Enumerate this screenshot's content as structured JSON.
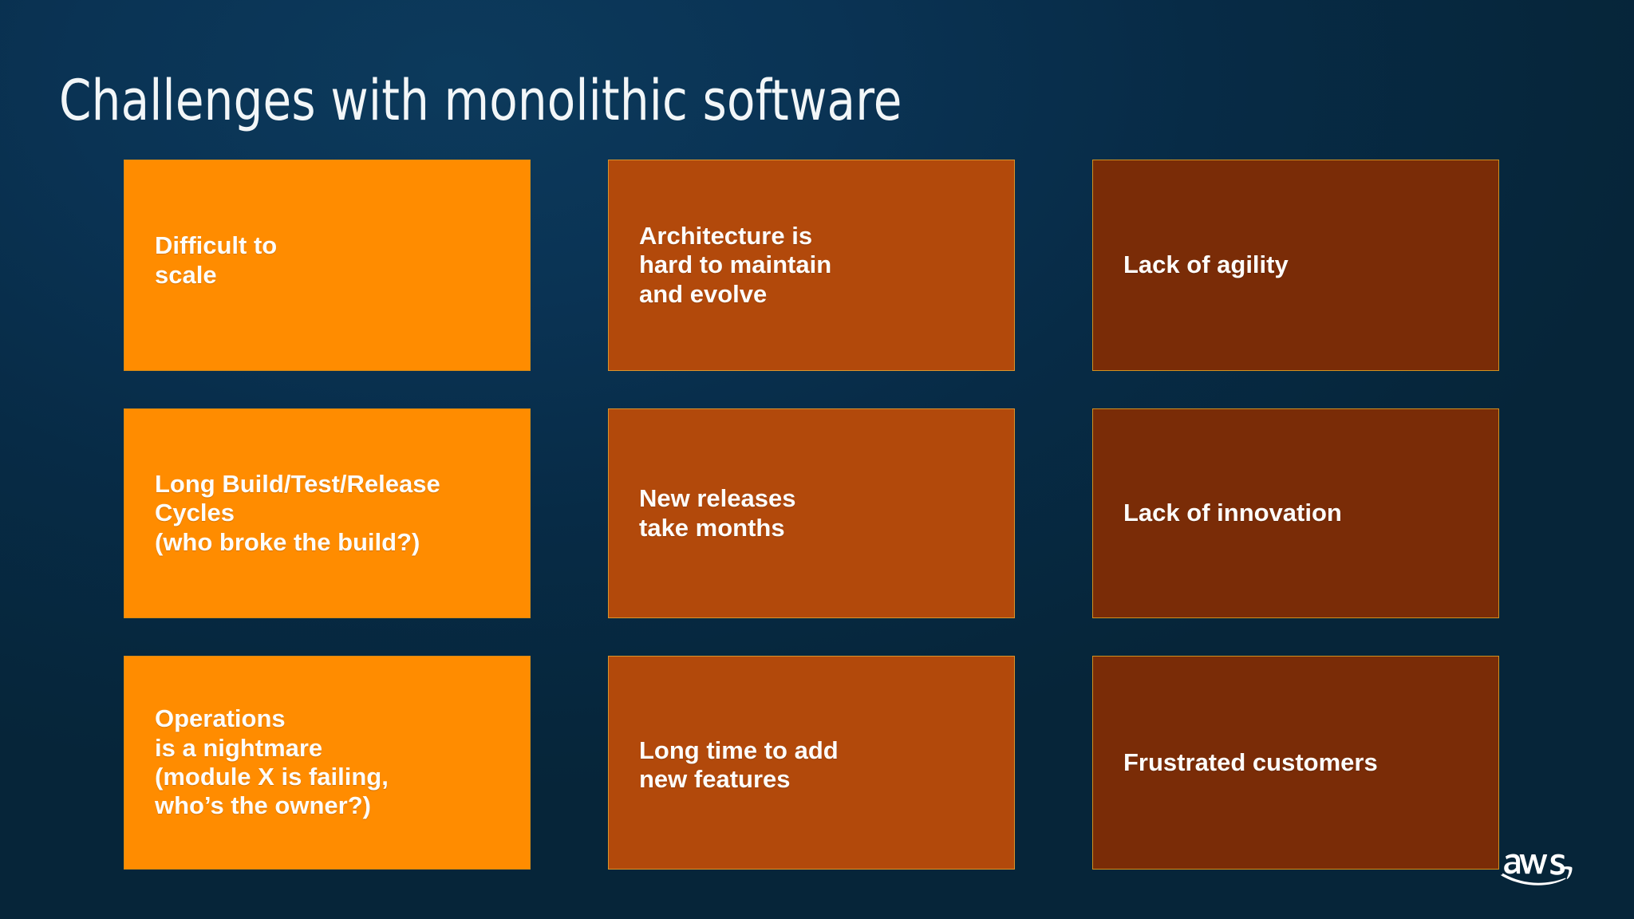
{
  "slide": {
    "title": "Challenges with monolithic software",
    "background_color": "#062a46",
    "title_color": "#f2f6f8"
  },
  "palette": {
    "bright_orange": "#ff8c00",
    "mid_orange": "#b2490b",
    "dark_brown": "#7a2c07",
    "card_border": "#c98a22",
    "card_text": "#fdfcfa"
  },
  "cards": [
    {
      "id": "difficult-to-scale",
      "tone": "bright",
      "row": 1,
      "column": 1,
      "text": "Difficult to\nscale"
    },
    {
      "id": "architecture-maintain",
      "tone": "mid",
      "row": 1,
      "column": 2,
      "text": "Architecture is\nhard to maintain\nand evolve"
    },
    {
      "id": "lack-of-agility",
      "tone": "dark",
      "row": 1,
      "column": 3,
      "text": "Lack of agility"
    },
    {
      "id": "long-build-test-release",
      "tone": "bright",
      "row": 2,
      "column": 1,
      "text": "Long Build/Test/Release\nCycles\n(who broke the build?)"
    },
    {
      "id": "new-releases-take-months",
      "tone": "mid",
      "row": 2,
      "column": 2,
      "text": "New releases\ntake months"
    },
    {
      "id": "lack-of-innovation",
      "tone": "dark",
      "row": 2,
      "column": 3,
      "text": "Lack of innovation"
    },
    {
      "id": "operations-nightmare",
      "tone": "bright",
      "row": 3,
      "column": 1,
      "text": "Operations\nis a nightmare\n(module X is failing,\nwho’s the owner?)"
    },
    {
      "id": "long-time-new-features",
      "tone": "mid",
      "row": 3,
      "column": 2,
      "text": "Long time to add\nnew features"
    },
    {
      "id": "frustrated-customers",
      "tone": "dark",
      "row": 3,
      "column": 3,
      "text": "Frustrated customers"
    }
  ],
  "branding": {
    "logo_name": "aws-logo",
    "wordmark": "aws",
    "logo_color": "#ffffff"
  }
}
